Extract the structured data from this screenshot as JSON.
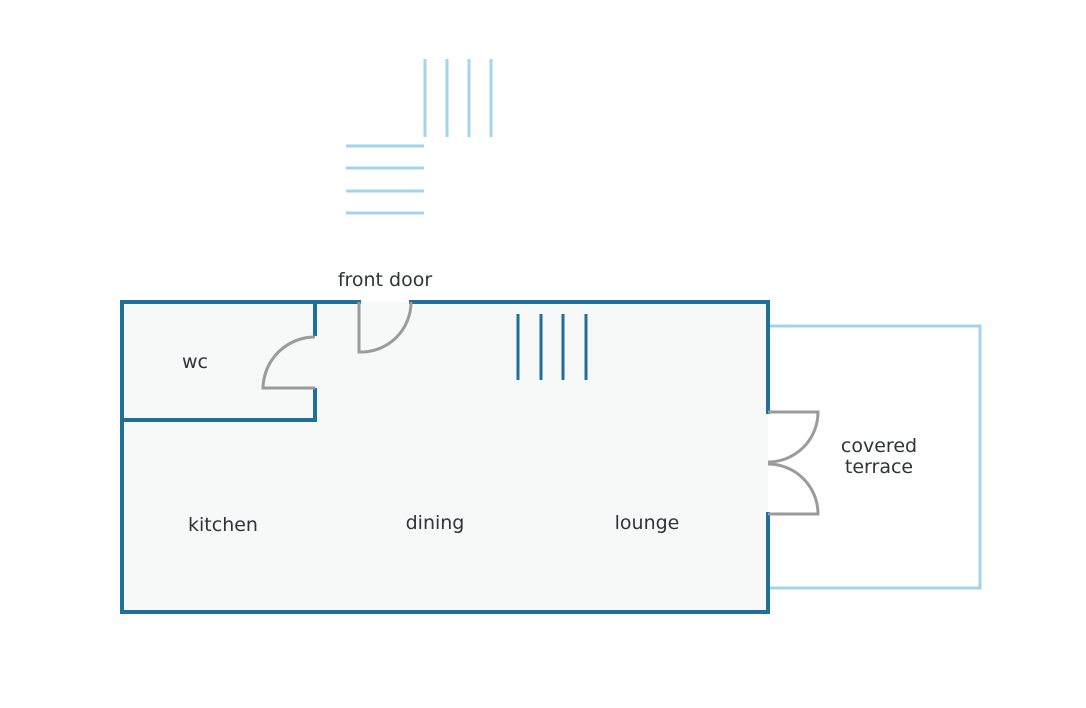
{
  "rooms": {
    "wc": "wc",
    "kitchen": "kitchen",
    "dining": "dining",
    "lounge": "lounge",
    "terrace_line1": "covered",
    "terrace_line2": "terrace"
  },
  "entrance": {
    "front_door": "front door"
  },
  "colors": {
    "wall": "#1f6e9c",
    "outdoor_outline": "#a3d4ee",
    "door": "#9b9b9b",
    "floor": "#f7f8f8"
  }
}
